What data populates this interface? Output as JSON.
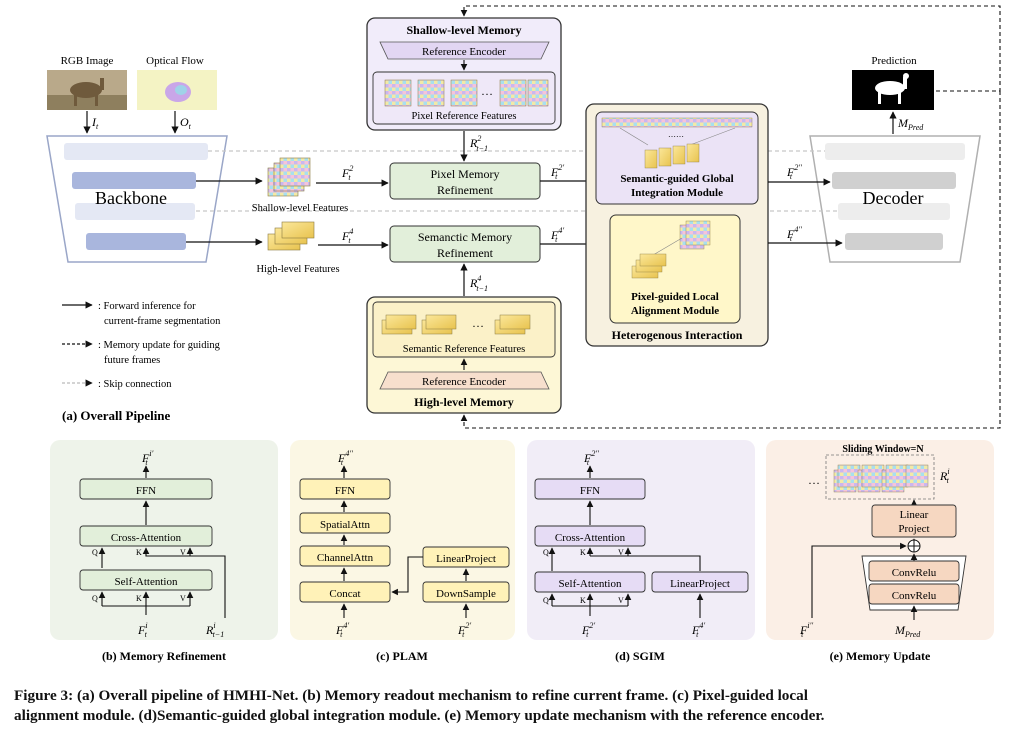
{
  "inputs": {
    "rgb_label": "RGB Image",
    "flow_label": "Optical Flow",
    "rgb_symbol": "I",
    "flow_symbol": "O",
    "sub_t": "t"
  },
  "backbone": {
    "label": "Backbone"
  },
  "decoder": {
    "label": "Decoder"
  },
  "prediction": {
    "label": "Prediction",
    "symbol": "M",
    "sub": "Pred"
  },
  "features": {
    "shallow_label": "Shallow-level Features",
    "high_label": "High-level Features",
    "f_symbol": "F",
    "sup2": "2",
    "sup4": "4",
    "sup2p": "2′",
    "sup4p": "4′",
    "sup2pp": "2′′",
    "sup4pp": "4′′",
    "subt": "t"
  },
  "shallow_memory": {
    "title": "Shallow-level Memory",
    "encoder": "Reference Encoder",
    "features": "Pixel Reference Features",
    "dots": "…",
    "r_symbol": "R",
    "r_sup": "2",
    "r_sub": "t−1"
  },
  "high_memory": {
    "title": "High-level Memory",
    "encoder": "Reference Encoder",
    "features": "Semantic Reference Features",
    "dots": "…",
    "r_symbol": "R",
    "r_sup": "4",
    "r_sub": "t−1"
  },
  "refinement": {
    "pixel": [
      "Pixel Memory",
      "Refinement"
    ],
    "semantic": [
      "Semanctic Memory",
      "Refinement"
    ]
  },
  "hetero": {
    "title": "Heterogenous Interaction",
    "sgim": [
      "Semantic-guided Global",
      "Integration Module"
    ],
    "plam": [
      "Pixel-guided Local",
      "Alignment Module"
    ],
    "dots": "……"
  },
  "legend": {
    "forward": [
      "→ : Forward inference for",
      "current-frame segmentation"
    ],
    "forward_text": [
      ": Forward inference for",
      "current-frame segmentation"
    ],
    "memory_text": [
      ": Memory update for guiding",
      "future frames"
    ],
    "skip_text": ": Skip connection"
  },
  "panel_a": "(a) Overall Pipeline",
  "panel_b": {
    "caption": "(b) Memory Refinement",
    "ffn": "FFN",
    "cross": "Cross-Attention",
    "self": "Self-Attention",
    "q": "Q",
    "k": "K",
    "v": "V",
    "out_sup": "i′",
    "in_sup": "i",
    "r_sup": "i",
    "r_sub": "t−1"
  },
  "panel_c": {
    "caption": "(c) PLAM",
    "ffn": "FFN",
    "spatial": "SpatialAttn",
    "channel": "ChannelAttn",
    "concat": "Concat",
    "linear": "LinearProject",
    "down": "DownSample",
    "out_sup": "4′′",
    "in1_sup": "4′",
    "in2_sup": "2′"
  },
  "panel_d": {
    "caption": "(d) SGIM",
    "ffn": "FFN",
    "cross": "Cross-Attention",
    "self": "Self-Attention",
    "linear": "LinearProject",
    "q": "Q",
    "k": "K",
    "v": "V",
    "out_sup": "2′′",
    "in1_sup": "2′",
    "in2_sup": "4′"
  },
  "panel_e": {
    "caption": "(e) Memory Update",
    "window": "Sliding Window=N",
    "dots": "…",
    "linear": [
      "Linear",
      "Project"
    ],
    "conv1": "ConvRelu",
    "conv2": "ConvRelu",
    "r_sup": "i",
    "in_sup": "i′′",
    "m_sub": "Pred"
  },
  "caption": [
    "Figure 3: (a) Overall pipeline of HMHI-Net. (b) Memory readout mechanism to refine current frame. (c) Pixel-guided local",
    "alignment module. (d)Semantic-guided global integration module. (e) Memory update mechanism with the reference encoder."
  ],
  "colors": {
    "green_box": "#e2efda",
    "yellow_box": "#fff2c3",
    "purple_box": "#e6dcf5",
    "peach_box": "#f8dcc8",
    "memory_bg_purple": "#f1ecfa",
    "memory_bg_yellow": "#fdf7d6",
    "hetero_bg": "#f7f1e0",
    "panel_b_bg": "#eef3ea",
    "panel_c_bg": "#fbf7e4",
    "panel_d_bg": "#f1edf7",
    "panel_e_bg": "#fbefe6"
  }
}
